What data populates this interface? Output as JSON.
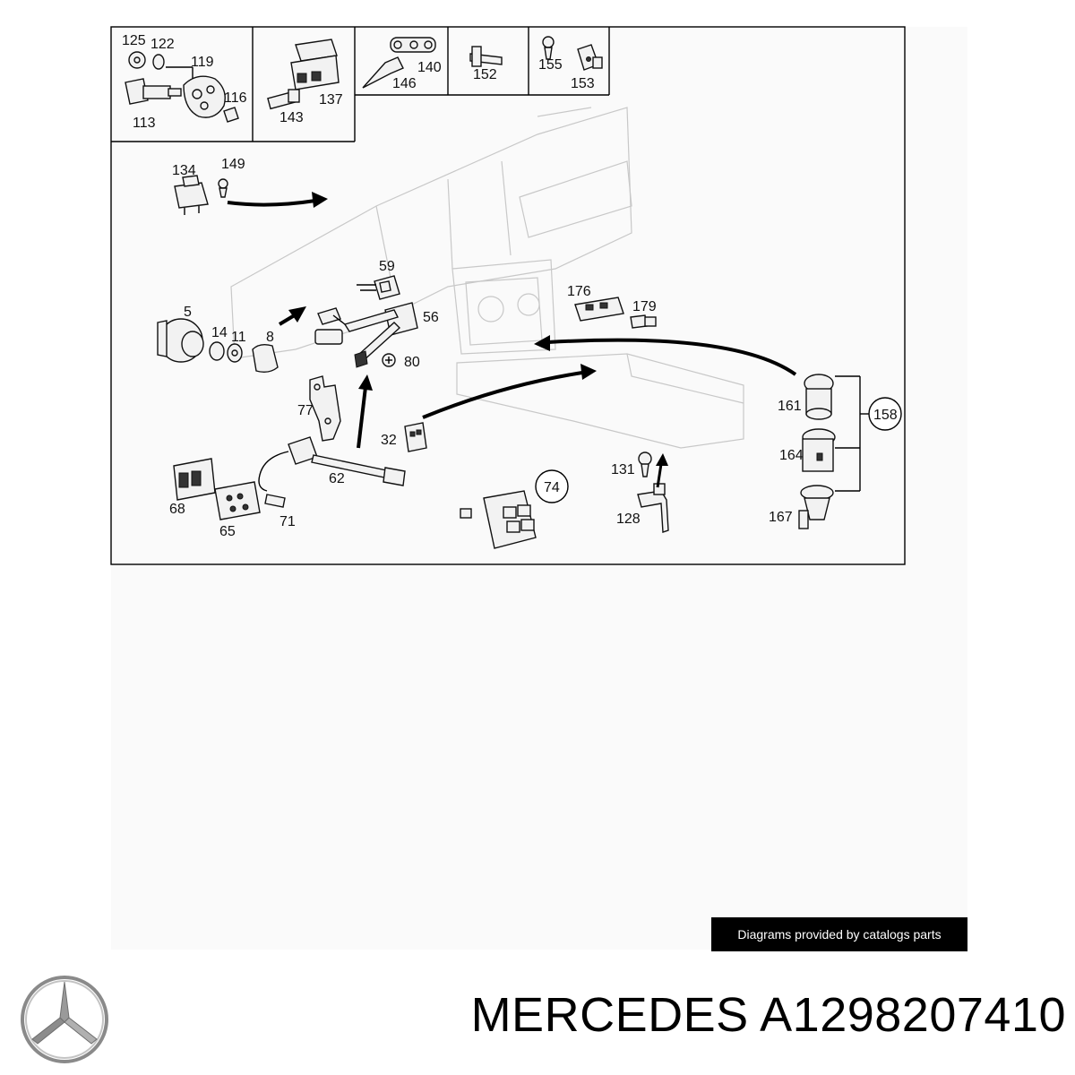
{
  "diagram": {
    "callouts": {
      "p125": "125",
      "p122": "122",
      "p119": "119",
      "p116": "116",
      "p113": "113",
      "p137": "137",
      "p143": "143",
      "p140": "140",
      "p146": "146",
      "p152": "152",
      "p155": "155",
      "p153": "153",
      "p134": "134",
      "p149": "149",
      "p59": "59",
      "p56": "56",
      "p80": "80",
      "p5": "5",
      "p14": "14",
      "p11": "11",
      "p8": "8",
      "p77": "77",
      "p32": "32",
      "p62": "62",
      "p68": "68",
      "p65": "65",
      "p71": "71",
      "p74": "74",
      "p176": "176",
      "p179": "179",
      "p161": "161",
      "p164": "164",
      "p167": "167",
      "p158": "158",
      "p131": "131",
      "p128": "128"
    },
    "credit": "Diagrams provided by catalogs parts"
  },
  "caption": "MERCEDES A1298207410",
  "logo": {
    "icon": "mercedes-star-icon",
    "color": "#888888"
  }
}
